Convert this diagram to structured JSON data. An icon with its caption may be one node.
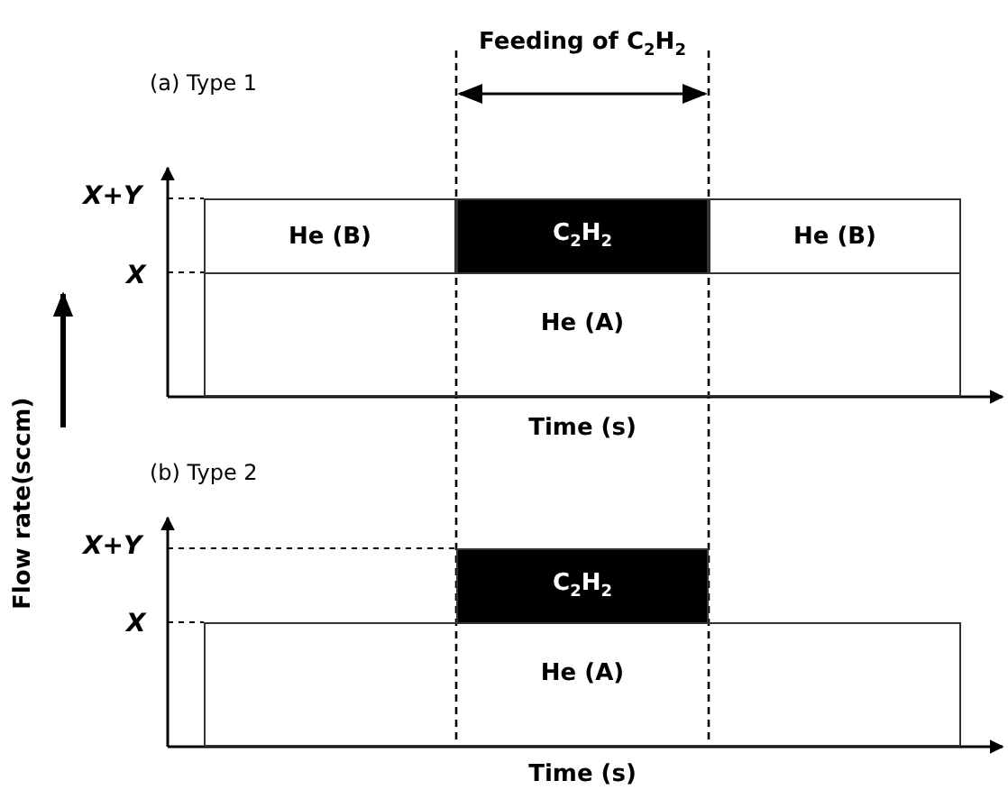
{
  "diagram": {
    "nodes": [
      {
        "text": [
          "He (B)"
        ]
      },
      {
        "text": [
          "C$_{2}$H$_{2}$"
        ]
      },
      {
        "text": [
          "He (B)"
        ]
      },
      {
        "text": [
          "He (A)"
        ]
      },
      {
        "text": [
          "C$_{2}$H$_{2}$"
        ]
      },
      {
        "text": [
          "He (A)"
        ]
      }
    ],
    "edges": [],
    "labels": [
      "Feeding of C$_{2}$H$_{2}$",
      "(a) Type 1",
      "X+Y",
      "X",
      "Time (s)",
      "(b) Type 2",
      "Flow rate(sccm)",
      "X+Y",
      "X",
      "Time (s)"
    ]
  }
}
